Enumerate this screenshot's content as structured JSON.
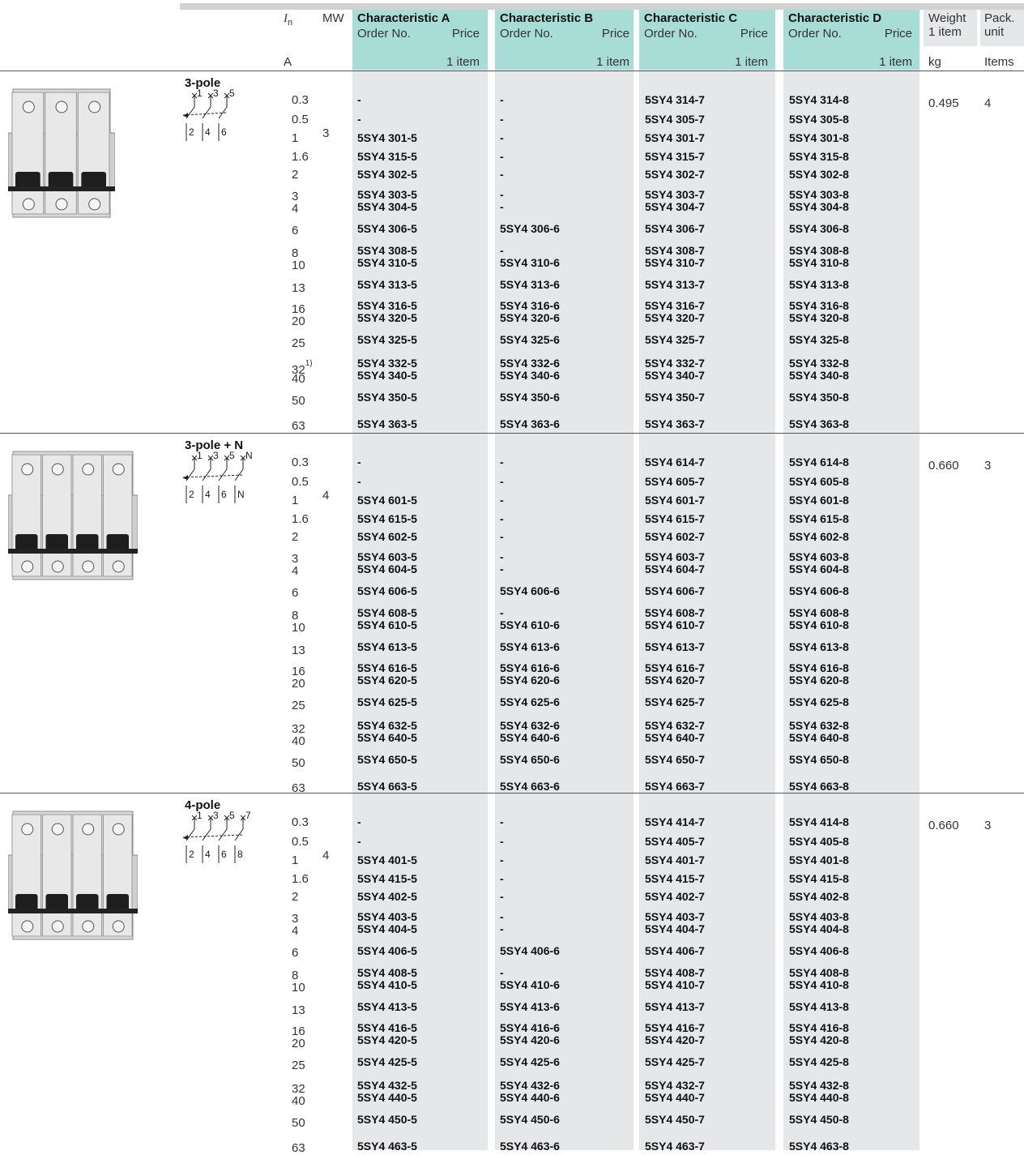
{
  "header": {
    "in_symbol": "I",
    "in_sub": "n",
    "mw": "MW",
    "characteristics": [
      {
        "title": "Characteristic A",
        "order": "Order No.",
        "price": "Price",
        "unit": "1 item"
      },
      {
        "title": "Characteristic B",
        "order": "Order No.",
        "price": "Price",
        "unit": "1 item"
      },
      {
        "title": "Characteristic C",
        "order": "Order No.",
        "price": "Price",
        "unit": "1 item"
      },
      {
        "title": "Characteristic D",
        "order": "Order No.",
        "price": "Price",
        "unit": "1 item"
      }
    ],
    "weight": "Weight",
    "weight_sub": "1 item",
    "pack": "Pack.",
    "pack_sub": "unit",
    "in_unit": "A",
    "weight_unit": "kg",
    "pack_unit": "Items"
  },
  "sections": [
    {
      "title": "3-pole",
      "mw": "3",
      "weight": "0.495",
      "pack": "4",
      "terminals_top": [
        "1",
        "3",
        "5"
      ],
      "terminals_bottom": [
        "2",
        "4",
        "6"
      ],
      "rows": [
        {
          "i": "0.3",
          "a": "-",
          "b": "-",
          "c": "5SY4 314-7",
          "d": "5SY4 314-8"
        },
        {
          "i": "0.5",
          "a": "-",
          "b": "-",
          "c": "5SY4 305-7",
          "d": "5SY4 305-8"
        },
        {
          "i": "1",
          "a": "5SY4 301-5",
          "b": "-",
          "c": "5SY4 301-7",
          "d": "5SY4 301-8"
        },
        {
          "i": "1.6",
          "a": "5SY4 315-5",
          "b": "-",
          "c": "5SY4 315-7",
          "d": "5SY4 315-8"
        },
        {
          "i": "2",
          "a": "5SY4 302-5",
          "b": "-",
          "c": "5SY4 302-7",
          "d": "5SY4 302-8"
        },
        {
          "i": "3",
          "a": "5SY4 303-5",
          "b": "-",
          "c": "5SY4 303-7",
          "d": "5SY4 303-8"
        },
        {
          "i": "4",
          "a": "5SY4 304-5",
          "b": "-",
          "c": "5SY4 304-7",
          "d": "5SY4 304-8"
        },
        {
          "i": "6",
          "a": "5SY4 306-5",
          "b": "5SY4 306-6",
          "c": "5SY4 306-7",
          "d": "5SY4 306-8"
        },
        {
          "i": "8",
          "a": "5SY4 308-5",
          "b": "-",
          "c": "5SY4 308-7",
          "d": "5SY4 308-8"
        },
        {
          "i": "10",
          "a": "5SY4 310-5",
          "b": "5SY4 310-6",
          "c": "5SY4 310-7",
          "d": "5SY4 310-8"
        },
        {
          "i": "13",
          "a": "5SY4 313-5",
          "b": "5SY4 313-6",
          "c": "5SY4 313-7",
          "d": "5SY4 313-8"
        },
        {
          "i": "16",
          "a": "5SY4 316-5",
          "b": "5SY4 316-6",
          "c": "5SY4 316-7",
          "d": "5SY4 316-8"
        },
        {
          "i": "20",
          "a": "5SY4 320-5",
          "b": "5SY4 320-6",
          "c": "5SY4 320-7",
          "d": "5SY4 320-8"
        },
        {
          "i": "25",
          "a": "5SY4 325-5",
          "b": "5SY4 325-6",
          "c": "5SY4 325-7",
          "d": "5SY4 325-8"
        },
        {
          "i": "32",
          "note": "1)",
          "a": "5SY4 332-5",
          "b": "5SY4 332-6",
          "c": "5SY4 332-7",
          "d": "5SY4 332-8"
        },
        {
          "i": "40",
          "a": "5SY4 340-5",
          "b": "5SY4 340-6",
          "c": "5SY4 340-7",
          "d": "5SY4 340-8"
        },
        {
          "i": "50",
          "a": "5SY4 350-5",
          "b": "5SY4 350-6",
          "c": "5SY4 350-7",
          "d": "5SY4 350-8"
        },
        {
          "i": "63",
          "a": "5SY4 363-5",
          "b": "5SY4 363-6",
          "c": "5SY4 363-7",
          "d": "5SY4 363-8"
        }
      ]
    },
    {
      "title": "3-pole + N",
      "mw": "4",
      "weight": "0.660",
      "pack": "3",
      "terminals_top": [
        "1",
        "3",
        "5",
        "N"
      ],
      "terminals_bottom": [
        "2",
        "4",
        "6",
        "N"
      ],
      "rows": [
        {
          "i": "0.3",
          "a": "-",
          "b": "-",
          "c": "5SY4 614-7",
          "d": "5SY4 614-8"
        },
        {
          "i": "0.5",
          "a": "-",
          "b": "-",
          "c": "5SY4 605-7",
          "d": "5SY4 605-8"
        },
        {
          "i": "1",
          "a": "5SY4 601-5",
          "b": "-",
          "c": "5SY4 601-7",
          "d": "5SY4 601-8"
        },
        {
          "i": "1.6",
          "a": "5SY4 615-5",
          "b": "-",
          "c": "5SY4 615-7",
          "d": "5SY4 615-8"
        },
        {
          "i": "2",
          "a": "5SY4 602-5",
          "b": "-",
          "c": "5SY4 602-7",
          "d": "5SY4 602-8"
        },
        {
          "i": "3",
          "a": "5SY4 603-5",
          "b": "-",
          "c": "5SY4 603-7",
          "d": "5SY4 603-8"
        },
        {
          "i": "4",
          "a": "5SY4 604-5",
          "b": "-",
          "c": "5SY4 604-7",
          "d": "5SY4 604-8"
        },
        {
          "i": "6",
          "a": "5SY4 606-5",
          "b": "5SY4 606-6",
          "c": "5SY4 606-7",
          "d": "5SY4 606-8"
        },
        {
          "i": "8",
          "a": "5SY4 608-5",
          "b": "-",
          "c": "5SY4 608-7",
          "d": "5SY4 608-8"
        },
        {
          "i": "10",
          "a": "5SY4 610-5",
          "b": "5SY4 610-6",
          "c": "5SY4 610-7",
          "d": "5SY4 610-8"
        },
        {
          "i": "13",
          "a": "5SY4 613-5",
          "b": "5SY4 613-6",
          "c": "5SY4 613-7",
          "d": "5SY4 613-8"
        },
        {
          "i": "16",
          "a": "5SY4 616-5",
          "b": "5SY4 616-6",
          "c": "5SY4 616-7",
          "d": "5SY4 616-8"
        },
        {
          "i": "20",
          "a": "5SY4 620-5",
          "b": "5SY4 620-6",
          "c": "5SY4 620-7",
          "d": "5SY4 620-8"
        },
        {
          "i": "25",
          "a": "5SY4 625-5",
          "b": "5SY4 625-6",
          "c": "5SY4 625-7",
          "d": "5SY4 625-8"
        },
        {
          "i": "32",
          "a": "5SY4 632-5",
          "b": "5SY4 632-6",
          "c": "5SY4 632-7",
          "d": "5SY4 632-8"
        },
        {
          "i": "40",
          "a": "5SY4 640-5",
          "b": "5SY4 640-6",
          "c": "5SY4 640-7",
          "d": "5SY4 640-8"
        },
        {
          "i": "50",
          "a": "5SY4 650-5",
          "b": "5SY4 650-6",
          "c": "5SY4 650-7",
          "d": "5SY4 650-8"
        },
        {
          "i": "63",
          "a": "5SY4 663-5",
          "b": "5SY4 663-6",
          "c": "5SY4 663-7",
          "d": "5SY4 663-8"
        }
      ]
    },
    {
      "title": "4-pole",
      "mw": "4",
      "weight": "0.660",
      "pack": "3",
      "terminals_top": [
        "1",
        "3",
        "5",
        "7"
      ],
      "terminals_bottom": [
        "2",
        "4",
        "6",
        "8"
      ],
      "rows": [
        {
          "i": "0.3",
          "a": "-",
          "b": "-",
          "c": "5SY4 414-7",
          "d": "5SY4 414-8"
        },
        {
          "i": "0.5",
          "a": "-",
          "b": "-",
          "c": "5SY4 405-7",
          "d": "5SY4 405-8"
        },
        {
          "i": "1",
          "a": "5SY4 401-5",
          "b": "-",
          "c": "5SY4 401-7",
          "d": "5SY4 401-8"
        },
        {
          "i": "1.6",
          "a": "5SY4 415-5",
          "b": "-",
          "c": "5SY4 415-7",
          "d": "5SY4 415-8"
        },
        {
          "i": "2",
          "a": "5SY4 402-5",
          "b": "-",
          "c": "5SY4 402-7",
          "d": "5SY4 402-8"
        },
        {
          "i": "3",
          "a": "5SY4 403-5",
          "b": "-",
          "c": "5SY4 403-7",
          "d": "5SY4 403-8"
        },
        {
          "i": "4",
          "a": "5SY4 404-5",
          "b": "-",
          "c": "5SY4 404-7",
          "d": "5SY4 404-8"
        },
        {
          "i": "6",
          "a": "5SY4 406-5",
          "b": "5SY4 406-6",
          "c": "5SY4 406-7",
          "d": "5SY4 406-8"
        },
        {
          "i": "8",
          "a": "5SY4 408-5",
          "b": "-",
          "c": "5SY4 408-7",
          "d": "5SY4 408-8"
        },
        {
          "i": "10",
          "a": "5SY4 410-5",
          "b": "5SY4 410-6",
          "c": "5SY4 410-7",
          "d": "5SY4 410-8"
        },
        {
          "i": "13",
          "a": "5SY4 413-5",
          "b": "5SY4 413-6",
          "c": "5SY4 413-7",
          "d": "5SY4 413-8"
        },
        {
          "i": "16",
          "a": "5SY4 416-5",
          "b": "5SY4 416-6",
          "c": "5SY4 416-7",
          "d": "5SY4 416-8"
        },
        {
          "i": "20",
          "a": "5SY4 420-5",
          "b": "5SY4 420-6",
          "c": "5SY4 420-7",
          "d": "5SY4 420-8"
        },
        {
          "i": "25",
          "a": "5SY4 425-5",
          "b": "5SY4 425-6",
          "c": "5SY4 425-7",
          "d": "5SY4 425-8"
        },
        {
          "i": "32",
          "a": "5SY4 432-5",
          "b": "5SY4 432-6",
          "c": "5SY4 432-7",
          "d": "5SY4 432-8"
        },
        {
          "i": "40",
          "a": "5SY4 440-5",
          "b": "5SY4 440-6",
          "c": "5SY4 440-7",
          "d": "5SY4 440-8"
        },
        {
          "i": "50",
          "a": "5SY4 450-5",
          "b": "5SY4 450-6",
          "c": "5SY4 450-7",
          "d": "5SY4 450-8"
        },
        {
          "i": "63",
          "a": "5SY4 463-5",
          "b": "5SY4 463-6",
          "c": "5SY4 463-7",
          "d": "5SY4 463-8"
        }
      ]
    }
  ],
  "colors": {
    "header_teal": "#a8dcd6",
    "column_gray": "#e6e7e9",
    "rule": "#555555"
  }
}
